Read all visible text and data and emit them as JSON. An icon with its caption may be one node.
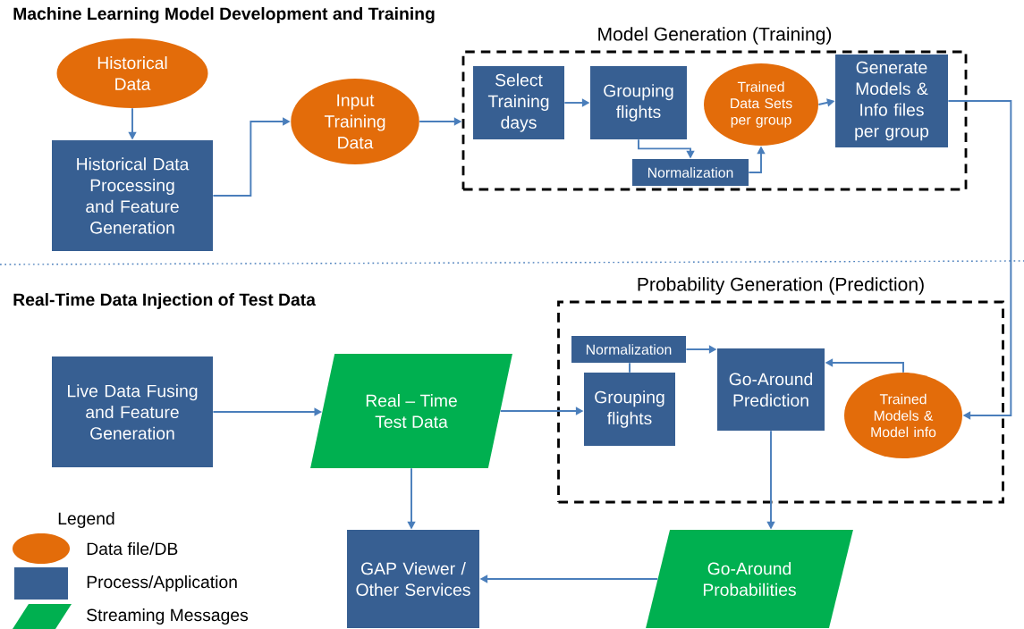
{
  "diagram": {
    "nodes": [
      {
        "text": [
          "Historical Data"
        ]
      },
      {
        "text": [
          "Historical Data Processing and Feature Generation"
        ]
      },
      {
        "text": [
          "Input Training Data"
        ]
      },
      {
        "text": [
          "Model Generation (Training)"
        ]
      },
      {
        "text": [
          "Select Training days"
        ],
        "in": 3
      },
      {
        "text": [
          "Grouping flights"
        ],
        "in": 3
      },
      {
        "text": [
          "Trained Data Sets per group"
        ],
        "in": 3
      },
      {
        "text": [
          "Generate Models & Info files per group"
        ],
        "in": 3
      },
      {
        "text": [
          "Normalization"
        ],
        "in": 3
      },
      {
        "text": [
          "Probability Generation (Prediction)"
        ]
      },
      {
        "text": [
          "Normalization"
        ],
        "in": 9
      },
      {
        "text": [
          "Grouping flights"
        ],
        "in": 9
      },
      {
        "text": [
          "Go-Around Prediction"
        ],
        "in": 9
      },
      {
        "text": [
          "Trained Models & Model info"
        ],
        "in": 9
      },
      {
        "text": [
          "Live Data Fusing and Feature Generation"
        ]
      },
      {
        "text": [
          "Real – Time Test Data"
        ]
      },
      {
        "text": [
          "GAP Viewer / Other Services"
        ]
      },
      {
        "text": [
          "Go-Around Probabilities"
        ]
      }
    ],
    "edges": [
      {
        "from": 0,
        "to": 1,
        "arrow": "to"
      },
      {
        "from": 1,
        "to": 2,
        "arrow": "to"
      },
      {
        "from": 2,
        "to": 3,
        "arrow": "to"
      },
      {
        "from": 4,
        "to": 5,
        "arrow": "to"
      },
      {
        "from": 5,
        "to": 8,
        "arrow": "to"
      },
      {
        "from": 8,
        "to": 6,
        "arrow": "to"
      },
      {
        "from": 6,
        "to": 7,
        "arrow": "to"
      },
      {
        "from": 7,
        "to": 13,
        "arrow": "to"
      },
      {
        "from": 14,
        "to": 15,
        "arrow": "to"
      },
      {
        "from": 15,
        "to": 11,
        "arrow": "to"
      },
      {
        "from": 11,
        "to": 10,
        "arrow": "none"
      },
      {
        "from": 10,
        "to": 12,
        "arrow": "to"
      },
      {
        "from": 13,
        "to": 12,
        "arrow": "to"
      },
      {
        "from": 12,
        "to": 17,
        "arrow": "to"
      },
      {
        "from": 15,
        "to": 16,
        "arrow": "to"
      },
      {
        "from": 17,
        "to": 16,
        "arrow": "to"
      }
    ],
    "labels": [
      "Machine Learning Model Development and Training",
      "Real-Time Data Injection of Test Data",
      "Legend"
    ],
    "legend": [
      {
        "text": "Data file/DB",
        "color": "#e36c0a"
      },
      {
        "text": "Process/Application",
        "color": "#375f92"
      },
      {
        "text": "Streaming Messages",
        "color": "#00b050"
      }
    ]
  }
}
